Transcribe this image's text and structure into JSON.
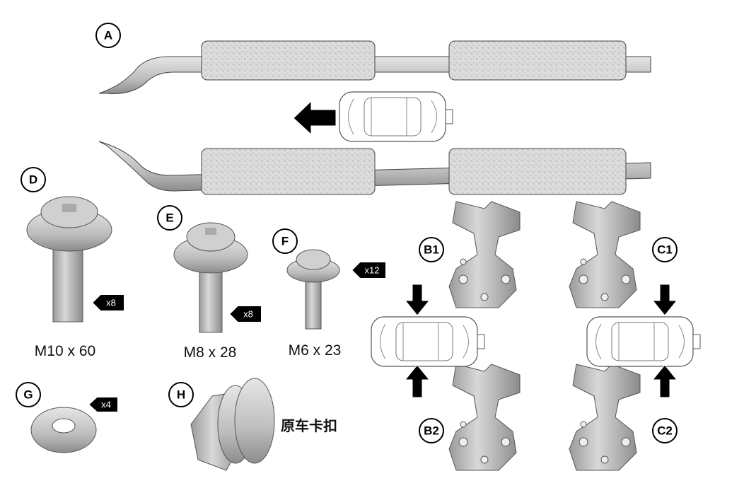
{
  "labels": {
    "A": "A",
    "B1": "B1",
    "B2": "B2",
    "C1": "C1",
    "C2": "C2",
    "D": "D",
    "E": "E",
    "F": "F",
    "G": "G",
    "H": "H"
  },
  "specs": {
    "D": "M10 x 60",
    "E": "M8 x 28",
    "F": "M6 x 23"
  },
  "quantities": {
    "D": "x8",
    "E": "x8",
    "F": "x12",
    "G": "x4"
  },
  "clip_caption": "原车卡扣",
  "colors": {
    "part_fill": "#c8c8c8",
    "part_dark": "#8a8a8a",
    "outline": "#333333",
    "arrow": "#000000"
  }
}
